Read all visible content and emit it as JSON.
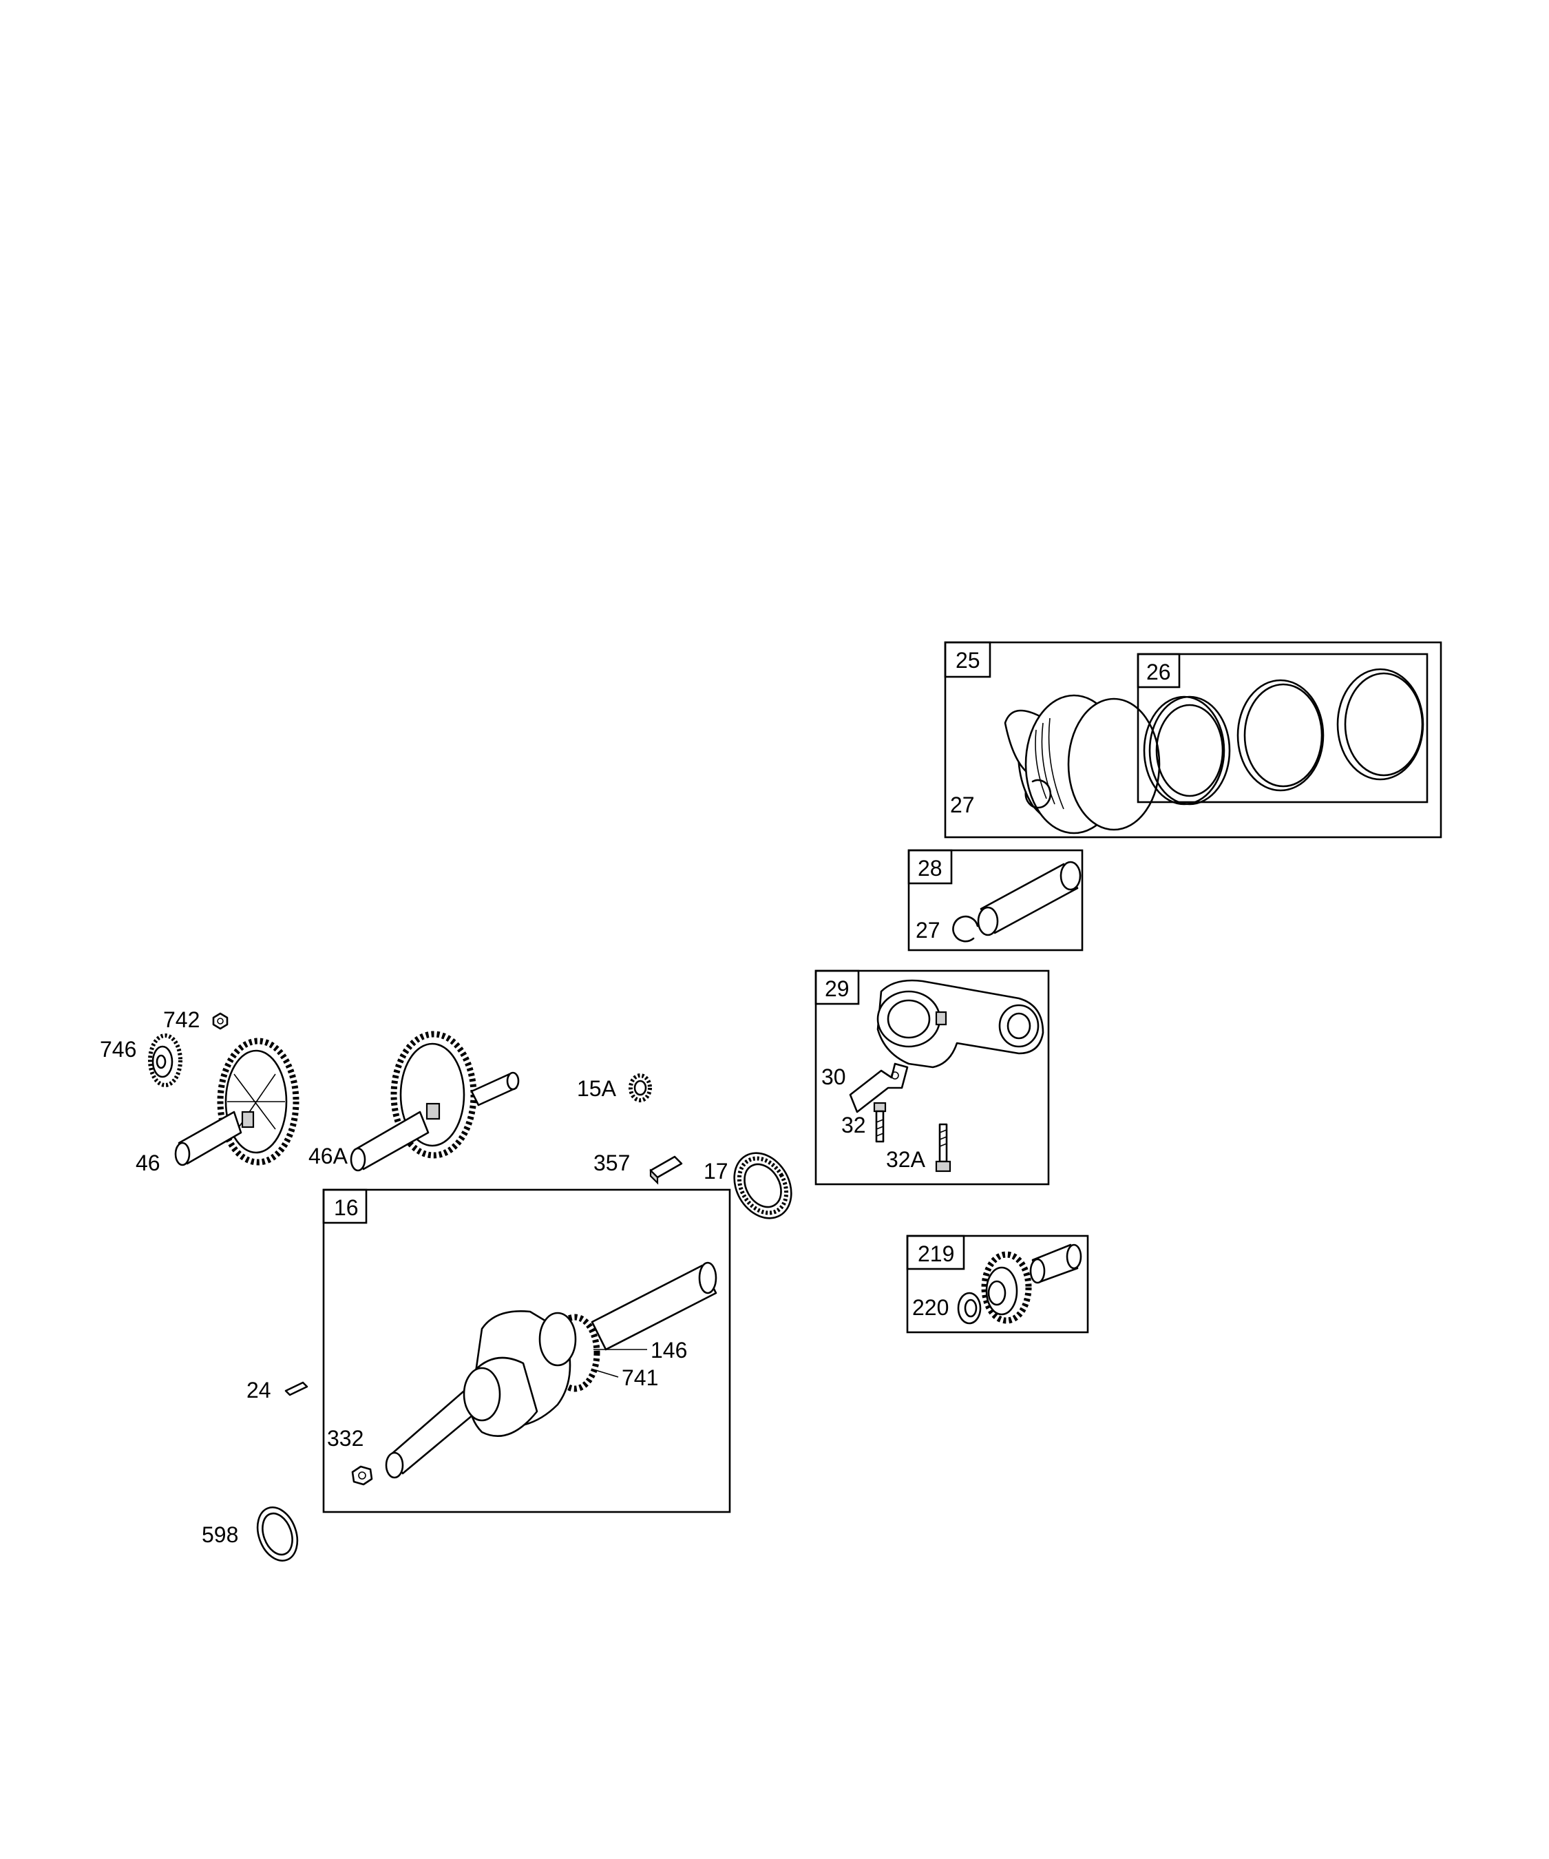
{
  "diagram": {
    "group_labels": {
      "g25": "25",
      "g26": "26",
      "g28": "28",
      "g29": "29",
      "g16": "16",
      "g219": "219"
    },
    "part_labels": {
      "p27a": "27",
      "p27b": "27",
      "p30": "30",
      "p32": "32",
      "p32a": "32A",
      "p220": "220",
      "p742": "742",
      "p746": "746",
      "p46": "46",
      "p46a": "46A",
      "p15a": "15A",
      "p357": "357",
      "p17": "17",
      "p146": "146",
      "p741": "741",
      "p24": "24",
      "p332": "332",
      "p598": "598"
    }
  }
}
